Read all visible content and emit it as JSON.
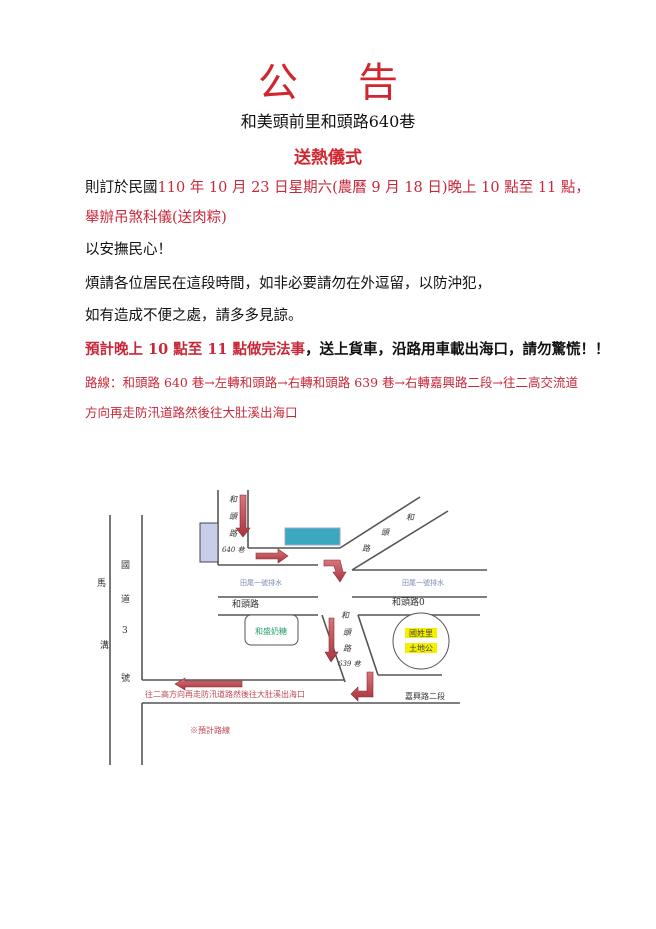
{
  "title": "公告",
  "subtitle": "和美頭前里和頭路640巷",
  "ceremony": "送熱儀式",
  "body": {
    "line1_a": "則訂於民國",
    "line1_b": "110 年 10 月 23 日星期六(農曆 9 月 18 日)晚上 10 點至 11 點，",
    "line2": "舉辦吊煞科儀(送肉粽)",
    "line3": "以安撫民心！",
    "line4": "煩請各位居民在這段時間，如非必要請勿在外逗留，以防沖犯，",
    "line5": "如有造成不便之處，請多多見諒。",
    "line6_a": "預計晚上 10 點至 11 點做完法事",
    "line6_b": "，送上貨車，沿路用車載出海口，請勿驚慌！！",
    "line7": "路線：和頭路 640 巷→左轉和頭路→右轉和頭路 639 巷→右轉嘉興路二段→往二高交流道",
    "line8": "方向再走防汛道路然後往大肚溪出海口"
  },
  "map": {
    "highway_chars": [
      "國",
      "道",
      "3",
      "號"
    ],
    "left_chars": [
      "馬",
      "溝"
    ],
    "lane640_chars": [
      "和",
      "頭",
      "路",
      "640 巷"
    ],
    "diag_road_chars": [
      "和",
      "頭",
      "路"
    ],
    "drain_label": "田尾一號排水",
    "road_left": "和頭路",
    "road_right": "和頭路0",
    "lane639_chars": [
      "和",
      "頭",
      "路",
      "639 巷"
    ],
    "shop_label": "和盛奶糖",
    "temple_label_1": "國姓里",
    "temple_label_2": "土地公",
    "road_bottom": "嘉興路二段",
    "route_note": "往二高方向再走防汛道路然後往大肚溪出海口",
    "legend": "※預計路線",
    "colors": {
      "arrow": "#c0474f",
      "teal_box": "#3aa8c0",
      "temple_highlight": "#f5f000",
      "shop_text": "#2aa06a",
      "drain_text": "#7a8ab0"
    }
  }
}
